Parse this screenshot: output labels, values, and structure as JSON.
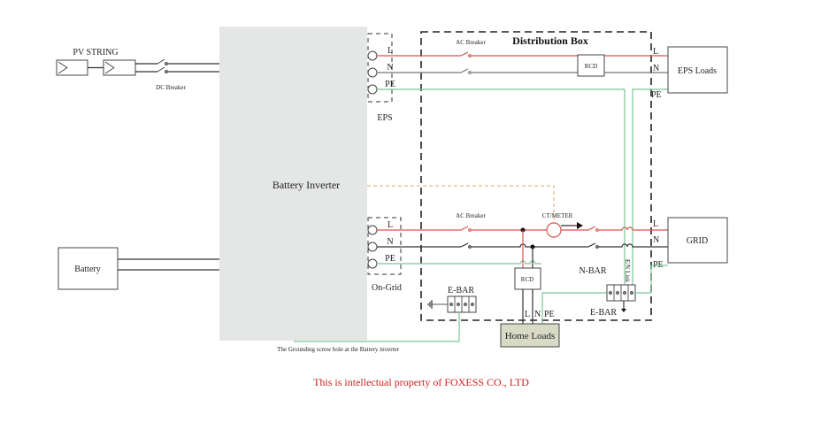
{
  "title": "Distribution Box",
  "inverter": {
    "label": "Battery Inverter"
  },
  "pv": {
    "label": "PV STRING",
    "breaker": "DC Breaker"
  },
  "battery": {
    "label": "Battery"
  },
  "eps_port": {
    "label": "EPS",
    "terminals": [
      "L",
      "N",
      "PE"
    ]
  },
  "grid_port": {
    "label": "On-Grid",
    "terminals": [
      "L",
      "N",
      "PE"
    ]
  },
  "distribution": {
    "ac_breaker_top": "AC Breaker",
    "ac_breaker_bottom": "AC Breaker",
    "rcd_top": "RCD",
    "rcd_bottom": "RCD",
    "ct_meter": "CT/METER",
    "n_bar": "N-BAR",
    "e_bar_left": "E-BAR",
    "e_bar_right": "E-BAR",
    "en_link": "E/N Link",
    "eps_out": [
      "L",
      "N",
      "PE"
    ],
    "grid_out": [
      "L",
      "N",
      "PE"
    ],
    "home_terminals": [
      "L",
      "N",
      "PE"
    ]
  },
  "eps_loads": {
    "label": "EPS Loads"
  },
  "grid": {
    "label": "GRID"
  },
  "home_loads": {
    "label": "Home Loads"
  },
  "grounding_note": "The Grounding screw hole at the Battery inverter",
  "footer": "This is intellectual property of  FOXESS CO., LTD",
  "colors": {
    "live": "#d9534f",
    "neutral": "#777777",
    "earth": "#7cc49a",
    "ct_link": "#e0a868",
    "footer": "#cc1f1f",
    "home_loads_fill": "#d8dac6"
  }
}
